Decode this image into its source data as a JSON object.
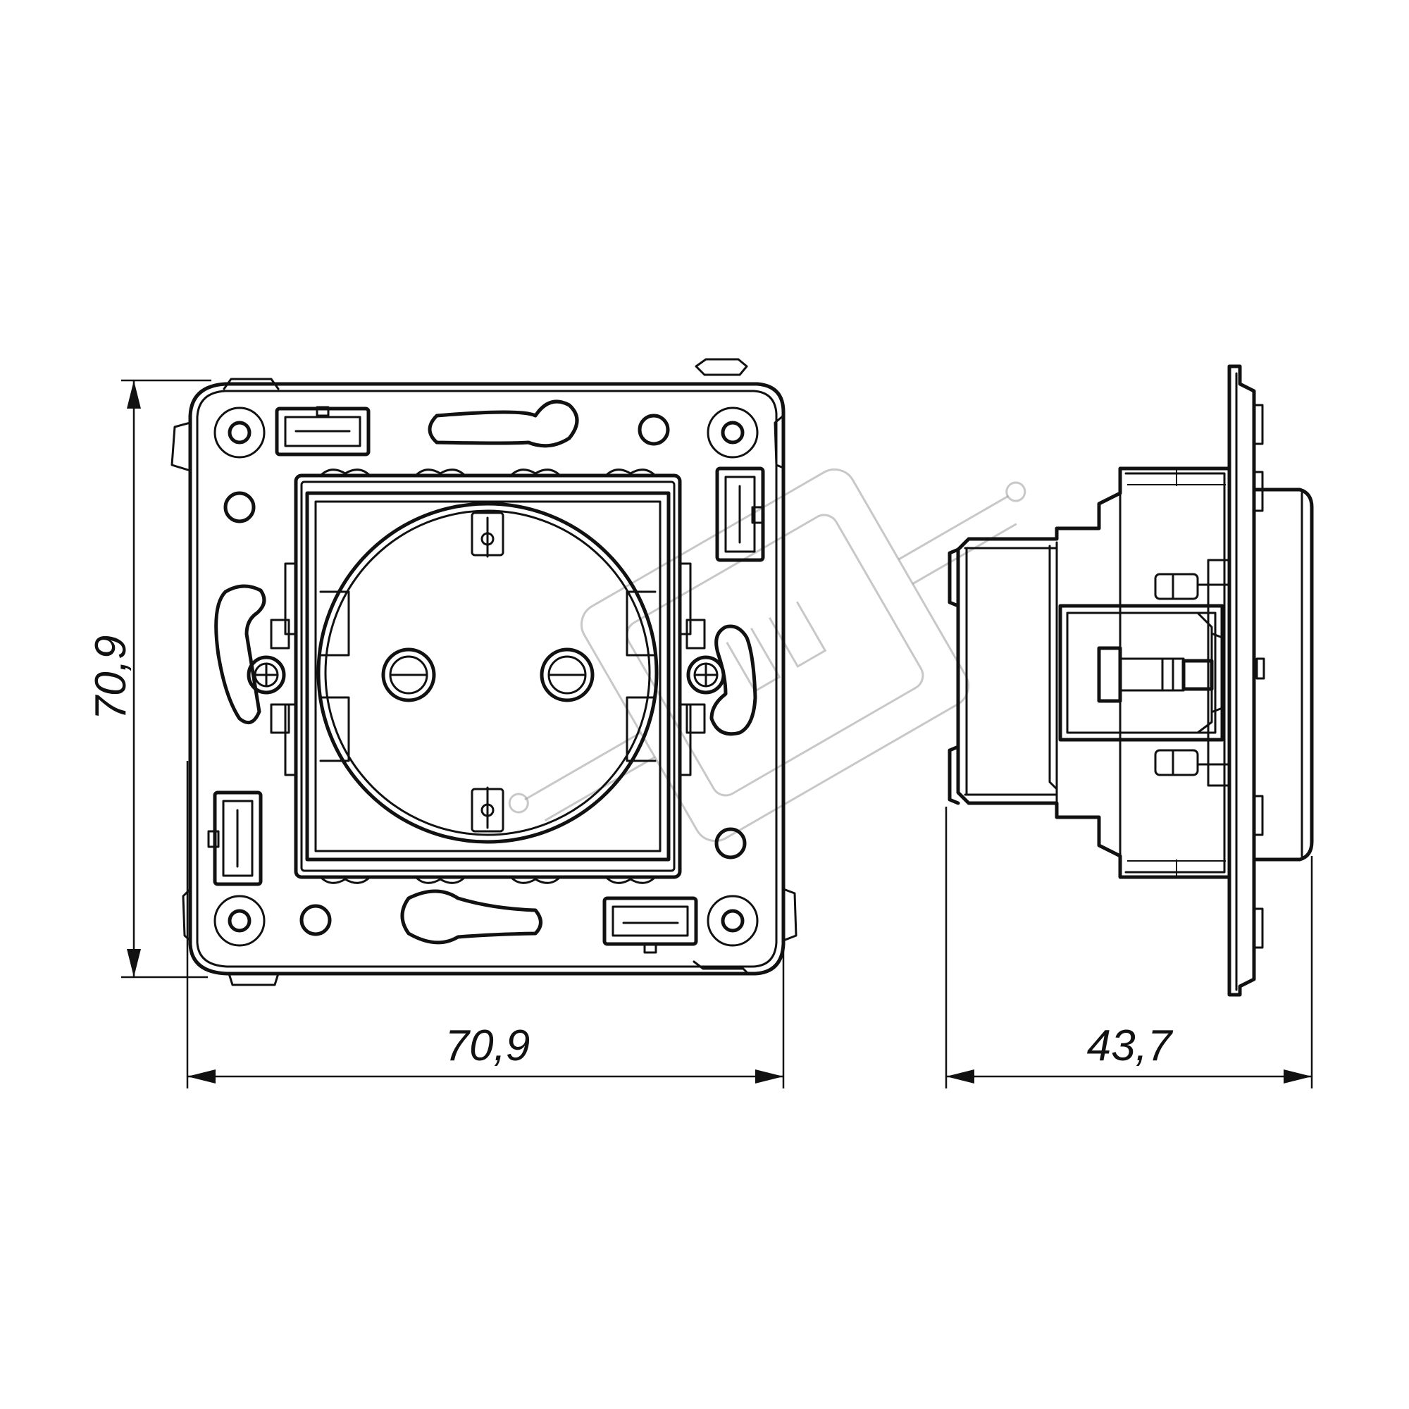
{
  "dimensions": {
    "front_height": "70,9",
    "front_width": "70,9",
    "side_depth": "43,7"
  }
}
